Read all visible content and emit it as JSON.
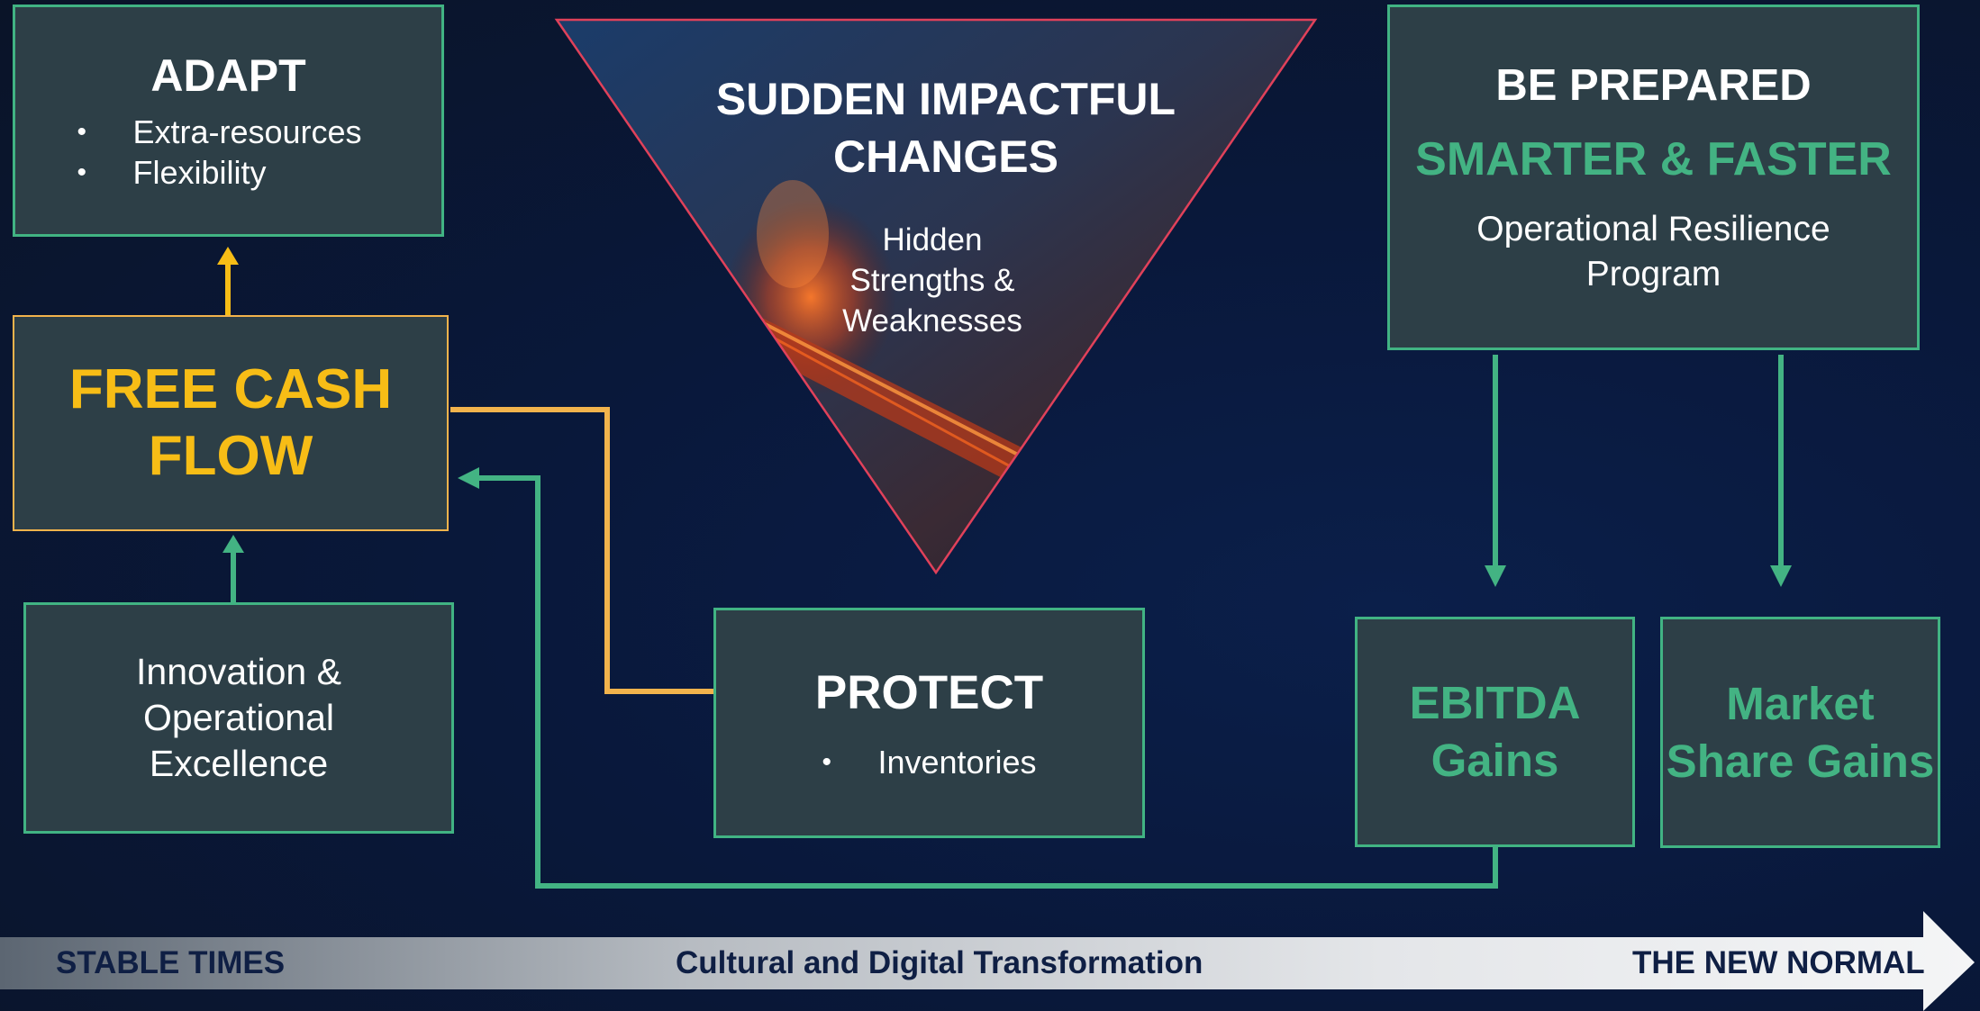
{
  "adapt": {
    "title": "ADAPT",
    "items": [
      "Extra-resources",
      "Flexibility"
    ]
  },
  "fcf": {
    "title_line1": "FREE CASH",
    "title_line2": "FLOW"
  },
  "innovation": {
    "line1": "Innovation &",
    "line2": "Operational",
    "line3": "Excellence"
  },
  "sudden": {
    "title_line1": "SUDDEN IMPACTFUL",
    "title_line2": "CHANGES",
    "sub_line1": "Hidden",
    "sub_line2": "Strengths &",
    "sub_line3": "Weaknesses"
  },
  "protect": {
    "title": "PROTECT",
    "items": [
      "Inventories"
    ]
  },
  "prepared": {
    "title": "BE PREPARED",
    "subtitle": "SMARTER & FASTER",
    "desc_line1": "Operational Resilience",
    "desc_line2": "Program"
  },
  "ebitda": {
    "line1": "EBITDA",
    "line2": "Gains"
  },
  "market": {
    "line1": "Market",
    "line2": "Share Gains"
  },
  "timeline": {
    "left": "STABLE TIMES",
    "middle": "Cultural and Digital Transformation",
    "right": "THE NEW NORMAL"
  },
  "colors": {
    "green": "#43b383",
    "yellow": "#f7bd16",
    "orange": "#f2b34c",
    "red": "#e0415a",
    "box_fill": "#2d3f47"
  }
}
